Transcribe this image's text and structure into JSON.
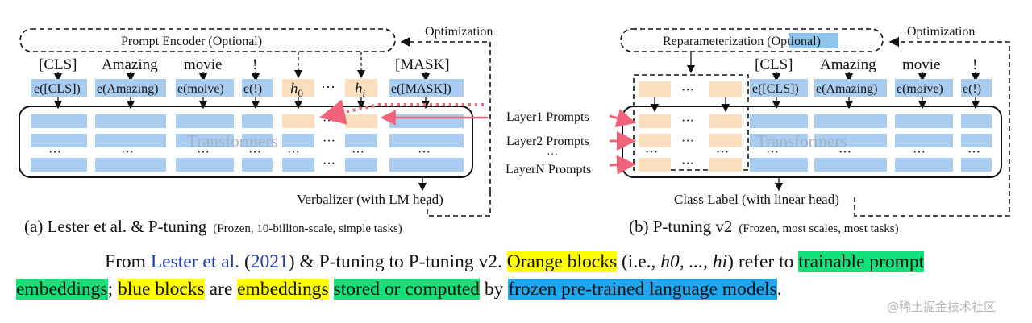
{
  "left": {
    "prompt_encoder": "Prompt Encoder (Optional)",
    "optimization": "Optimization",
    "tokens": [
      "[CLS]",
      "Amazing",
      "movie",
      "!",
      "[MASK]"
    ],
    "emb": [
      "e([CLS])",
      "e(Amazing)",
      "e(moive)",
      "e(!)",
      "e([MASK])"
    ],
    "h0": "h0",
    "hi": "hi",
    "dots": "···",
    "transformers": "Transformers",
    "verbalizer": "Verbalizer (with LM head)",
    "caption_main": "(a) Lester et al. & P-tuning",
    "caption_sub": "(Frozen, 10-billion-scale, simple tasks)"
  },
  "right": {
    "reparam_a": "Reparameterization (",
    "reparam_b": "Optional",
    "reparam_c": ")",
    "optimization": "Optimization",
    "tokens": [
      "[CLS]",
      "Amazing",
      "movie",
      "!"
    ],
    "emb": [
      "e([CLS])",
      "e(Amazing)",
      "e(moive)",
      "e(!)"
    ],
    "dots": "···",
    "layer1": "Layer1 Prompts",
    "layer2": "Layer2 Prompts",
    "layerN": "LayerN Prompts",
    "transformers": "Transformers",
    "class_label": "Class Label (with linear head)",
    "caption_main": "(b) P-tuning v2",
    "caption_sub": "(Frozen, most scales, most tasks)"
  },
  "caption": {
    "from": "From ",
    "lester": "Lester et al.",
    "lp": " (",
    "year": "2021",
    "rp": ")",
    "rest1": " & P-tuning to P-tuning v2. ",
    "orange_blocks": "Orange blocks",
    "ie": " (i.e., ",
    "math": "h0, ..., hi",
    "refer": ") refer to ",
    "trainable": "trainable prompt embeddings",
    "semi": "; ",
    "blue_blocks": "blue blocks",
    "are": " are ",
    "embeddings": "embeddings",
    "sp": " ",
    "stored": "stored or computed",
    "by": " by ",
    "frozen": "frozen pre-trained language models",
    "dot": "."
  },
  "watermark": "@稀土掘金技术社区",
  "colors": {
    "blue": "#a9cdf1",
    "orange": "#fbdfbd",
    "arrow_red": "#f0637a",
    "optional_highlight": "#8ec5ee"
  }
}
